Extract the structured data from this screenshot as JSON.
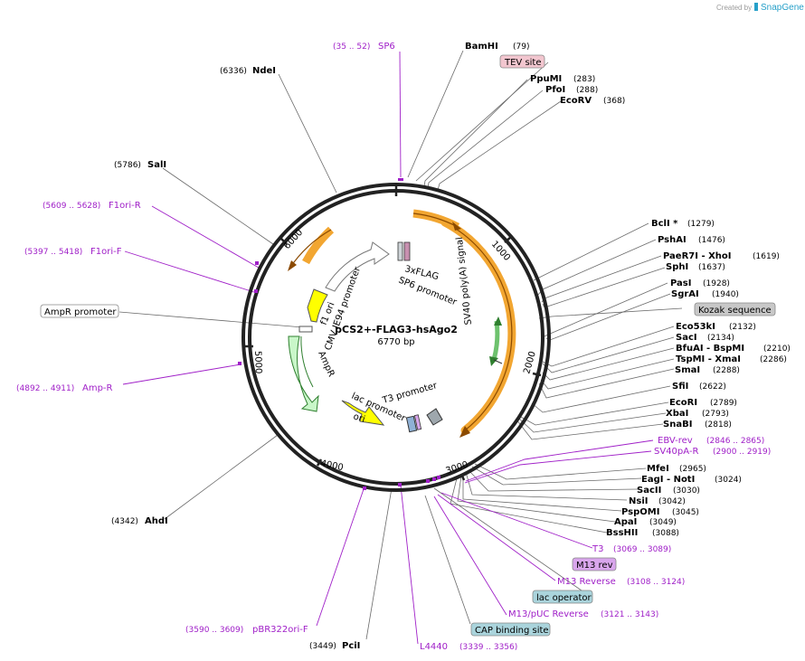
{
  "credit": {
    "prefix": "Created by",
    "brand": "SnapGene"
  },
  "plasmid": {
    "name": "pCS2+-FLAG3-hsAgo2",
    "length_label": "6770 bp",
    "length": 6770
  },
  "ticks": [
    "1000",
    "2000",
    "3000",
    "4000",
    "5000",
    "6000"
  ],
  "enzymes": [
    {
      "name": "BamHI",
      "pos": "(79)"
    },
    {
      "name": "PpuMI",
      "pos": "(283)"
    },
    {
      "name": "PfoI",
      "pos": "(288)"
    },
    {
      "name": "EcoRV",
      "pos": "(368)"
    },
    {
      "name": "BclI *",
      "pos": "(1279)"
    },
    {
      "name": "PshAI",
      "pos": "(1476)"
    },
    {
      "name": "PaeR7I - XhoI",
      "pos": "(1619)"
    },
    {
      "name": "SphI",
      "pos": "(1637)"
    },
    {
      "name": "PasI",
      "pos": "(1928)"
    },
    {
      "name": "SgrAI",
      "pos": "(1940)"
    },
    {
      "name": "Eco53kI",
      "pos": "(2132)"
    },
    {
      "name": "SacI",
      "pos": "(2134)"
    },
    {
      "name": "BfuAI - BspMI",
      "pos": "(2210)"
    },
    {
      "name": "TspMI - XmaI",
      "pos": "(2286)"
    },
    {
      "name": "SmaI",
      "pos": "(2288)"
    },
    {
      "name": "SfiI",
      "pos": "(2622)"
    },
    {
      "name": "EcoRI",
      "pos": "(2789)"
    },
    {
      "name": "XbaI",
      "pos": "(2793)"
    },
    {
      "name": "SnaBI",
      "pos": "(2818)"
    },
    {
      "name": "MfeI",
      "pos": "(2965)"
    },
    {
      "name": "EagI - NotI",
      "pos": "(3024)"
    },
    {
      "name": "SacII",
      "pos": "(3030)"
    },
    {
      "name": "NsiI",
      "pos": "(3042)"
    },
    {
      "name": "PspOMI",
      "pos": "(3045)"
    },
    {
      "name": "ApaI",
      "pos": "(3049)"
    },
    {
      "name": "BssHII",
      "pos": "(3088)"
    },
    {
      "name": "PciI",
      "pos": "(3449)"
    },
    {
      "name": "AhdI",
      "pos": "(4342)"
    },
    {
      "name": "SalI",
      "pos": "(5786)"
    },
    {
      "name": "NdeI",
      "pos": "(6336)"
    }
  ],
  "primers": [
    {
      "name": "SP6",
      "pos": "(35 .. 52)"
    },
    {
      "name": "EBV-rev",
      "pos": "(2846 .. 2865)"
    },
    {
      "name": "SV40pA-R",
      "pos": "(2900 .. 2919)"
    },
    {
      "name": "T3",
      "pos": "(3069 .. 3089)"
    },
    {
      "name": "M13 Reverse",
      "pos": "(3108 .. 3124)"
    },
    {
      "name": "M13/pUC Reverse",
      "pos": "(3121 .. 3143)"
    },
    {
      "name": "L4440",
      "pos": "(3339 .. 3356)"
    },
    {
      "name": "pBR322ori-F",
      "pos": "(3590 .. 3609)"
    },
    {
      "name": "Amp-R",
      "pos": "(4892 .. 4911)"
    },
    {
      "name": "F1ori-F",
      "pos": "(5397 .. 5418)"
    },
    {
      "name": "F1ori-R",
      "pos": "(5609 .. 5628)"
    }
  ],
  "boxed_features": [
    {
      "name": "TEV site",
      "color": "#f2c6cf"
    },
    {
      "name": "Kozak sequence",
      "color": "#c8c8c8"
    },
    {
      "name": "M13 rev",
      "color": "#d9a6ec"
    },
    {
      "name": "lac operator",
      "color": "#aad4dc"
    },
    {
      "name": "CAP binding site",
      "color": "#aad4dc"
    },
    {
      "name": "AmpR promoter",
      "color": "#ffffff"
    }
  ],
  "inner_features": [
    "3xFLAG",
    "SP6 promoter",
    "SV40 poly(A) signal",
    "T3 promoter",
    "lac promoter",
    "ori",
    "AmpR",
    "CMV IE94 promoter",
    "f1 ori"
  ],
  "colors": {
    "primer": "#a020c8",
    "orf": "#f2a631",
    "ori": "#ffff00",
    "ampr": "#c9f7c9",
    "promoter": "#ffffff",
    "backbone": "#222222"
  }
}
